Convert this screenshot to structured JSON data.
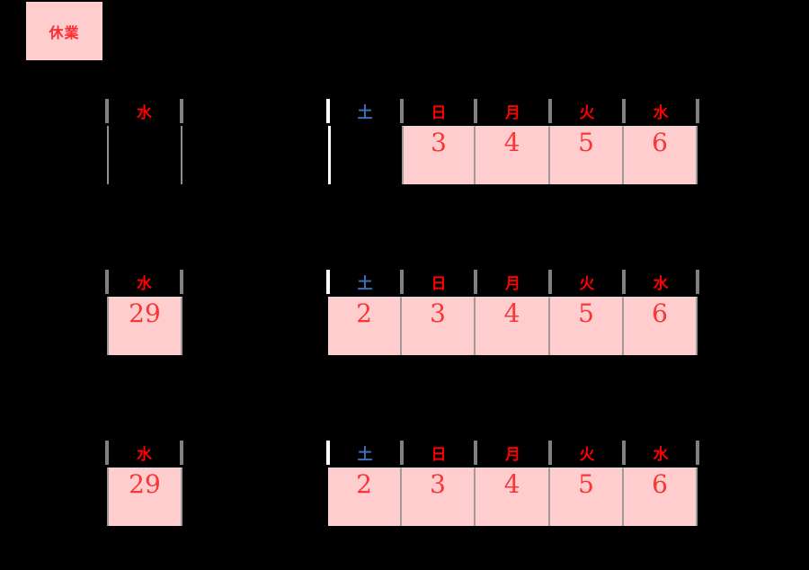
{
  "legend": {
    "label": "休業"
  },
  "weeks": [
    {
      "name": "week-1",
      "left": {
        "header": "水",
        "date": ""
      },
      "days": [
        {
          "header": "土",
          "date": ""
        },
        {
          "header": "日",
          "date": "3"
        },
        {
          "header": "月",
          "date": "4"
        },
        {
          "header": "火",
          "date": "5"
        },
        {
          "header": "水",
          "date": "6"
        }
      ]
    },
    {
      "name": "week-2",
      "left": {
        "header": "水",
        "date": "29"
      },
      "days": [
        {
          "header": "土",
          "date": "2"
        },
        {
          "header": "日",
          "date": "3"
        },
        {
          "header": "月",
          "date": "4"
        },
        {
          "header": "火",
          "date": "5"
        },
        {
          "header": "水",
          "date": "6"
        }
      ]
    },
    {
      "name": "week-3",
      "left": {
        "header": "水",
        "date": "29"
      },
      "days": [
        {
          "header": "土",
          "date": "2"
        },
        {
          "header": "日",
          "date": "3"
        },
        {
          "header": "月",
          "date": "4"
        },
        {
          "header": "火",
          "date": "5"
        },
        {
          "header": "水",
          "date": "6"
        }
      ]
    }
  ],
  "colors": {
    "background": "#000000",
    "closed_fill": "#FFCDCD",
    "weekday_red": "#FF0000",
    "saturday_blue": "#3C6EB4",
    "date_red": "#F93535",
    "tick_gray": "#808080",
    "tick_white": "#FFFFFF"
  }
}
